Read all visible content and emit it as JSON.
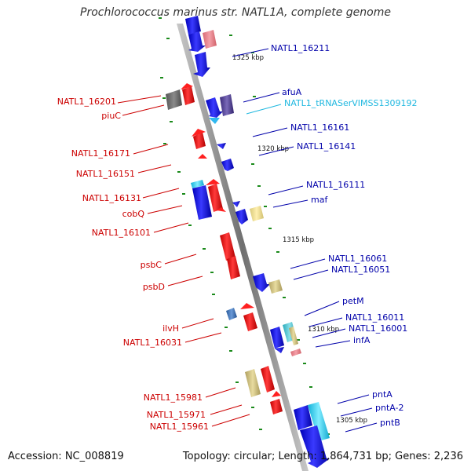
{
  "title": "Prochlorococcus marinus str. NATL1A, complete genome",
  "accession": "Accession: NC_008819",
  "footer": "Topology: circular; Length: 1,864,731 bp; Genes: 2,236",
  "colors": {
    "forward": "#1010e0",
    "reverse": "#e01010",
    "trna": "#20c8e8",
    "ruler_tick": "#1a8a1a",
    "backbone": "#888888"
  },
  "kbp_ticks": [
    "1325 kbp",
    "1320 kbp",
    "1315 kbp",
    "1310 kbp",
    "1305 kbp"
  ],
  "left_labels": [
    {
      "text": "NATL1_16201",
      "color": "#cc0000"
    },
    {
      "text": "piuC",
      "color": "#cc0000"
    },
    {
      "text": "NATL1_16171",
      "color": "#cc0000"
    },
    {
      "text": "NATL1_16151",
      "color": "#cc0000"
    },
    {
      "text": "NATL1_16131",
      "color": "#cc0000"
    },
    {
      "text": "cobQ",
      "color": "#cc0000"
    },
    {
      "text": "NATL1_16101",
      "color": "#cc0000"
    },
    {
      "text": "psbC",
      "color": "#cc0000"
    },
    {
      "text": "psbD",
      "color": "#cc0000"
    },
    {
      "text": "ilvH",
      "color": "#cc0000"
    },
    {
      "text": "NATL1_16031",
      "color": "#cc0000"
    },
    {
      "text": "NATL1_15981",
      "color": "#cc0000"
    },
    {
      "text": "NATL1_15971",
      "color": "#cc0000"
    },
    {
      "text": "NATL1_15961",
      "color": "#cc0000"
    }
  ],
  "right_labels": [
    {
      "text": "NATL1_16211",
      "color": "#0000aa"
    },
    {
      "text": "afuA",
      "color": "#0000aa"
    },
    {
      "text": "NATL1_tRNASerVIMSS1309192",
      "color": "#20b8e0"
    },
    {
      "text": "NATL1_16161",
      "color": "#0000aa"
    },
    {
      "text": "NATL1_16141",
      "color": "#0000aa"
    },
    {
      "text": "NATL1_16111",
      "color": "#0000aa"
    },
    {
      "text": "maf",
      "color": "#0000aa"
    },
    {
      "text": "NATL1_16061",
      "color": "#0000aa"
    },
    {
      "text": "NATL1_16051",
      "color": "#0000aa"
    },
    {
      "text": "petM",
      "color": "#0000aa"
    },
    {
      "text": "NATL1_16011",
      "color": "#0000aa"
    },
    {
      "text": "NATL1_16001",
      "color": "#0000aa"
    },
    {
      "text": "infA",
      "color": "#0000aa"
    },
    {
      "text": "pntA",
      "color": "#0000aa"
    },
    {
      "text": "pntA-2",
      "color": "#0000aa"
    },
    {
      "text": "pntB",
      "color": "#0000aa"
    }
  ]
}
